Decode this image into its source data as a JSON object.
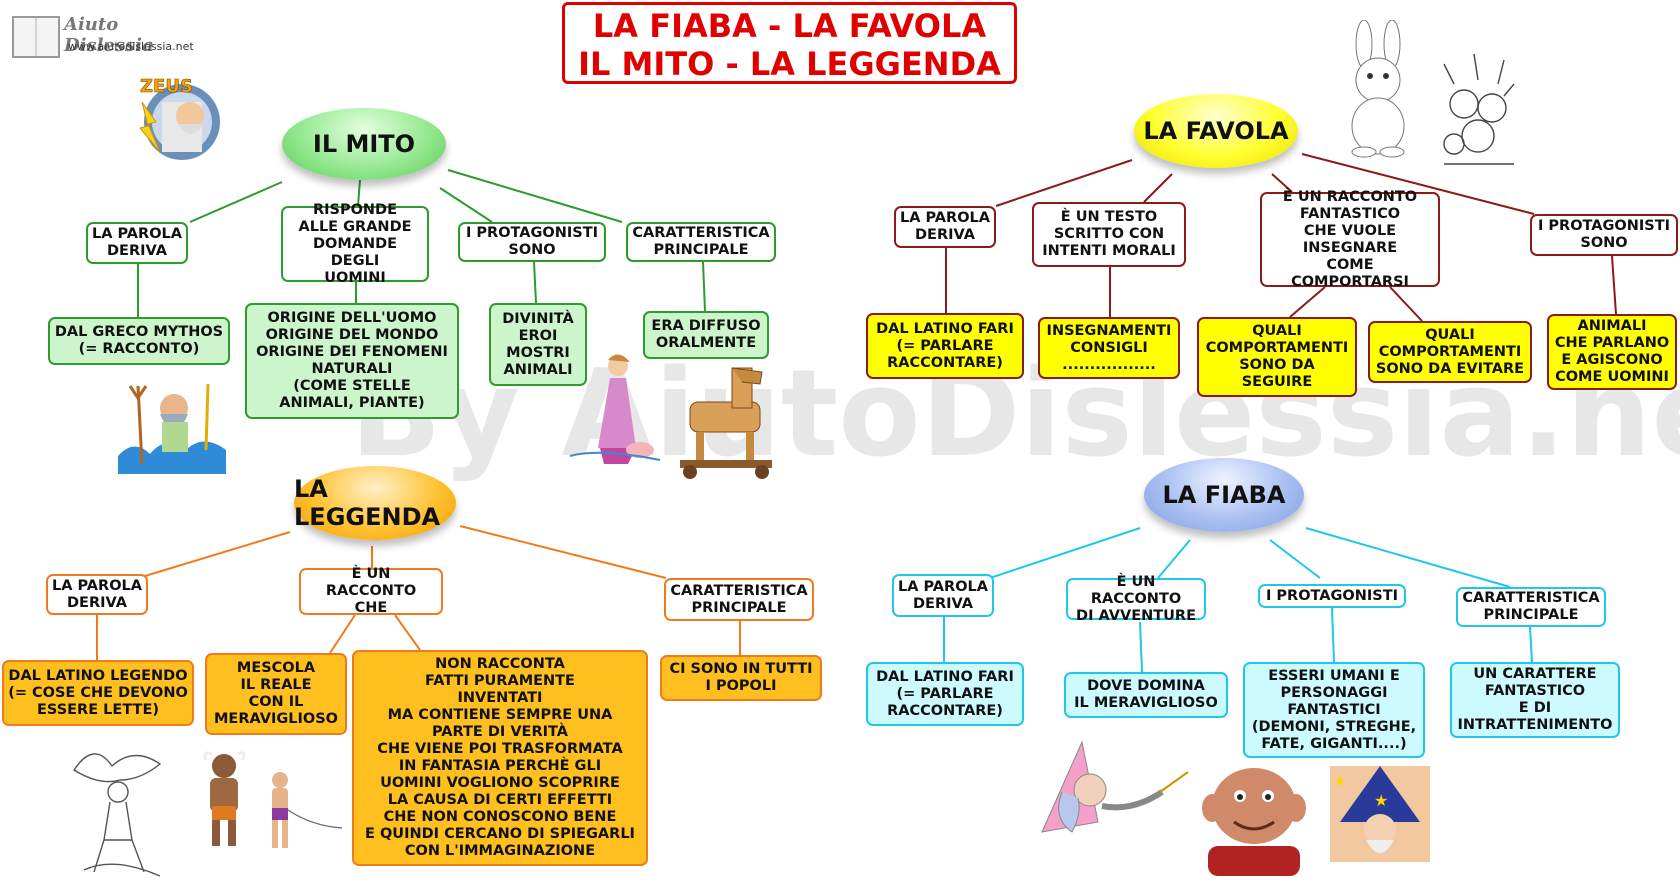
{
  "title": {
    "line1": "LA FIABA - LA FAVOLA",
    "line2": "IL MITO - LA LEGGENDA"
  },
  "logo": {
    "brand": "Aiuto Dislessia",
    "url": "www.aiutodislessia.net"
  },
  "watermark": "By AiutoDislessia.net",
  "colors": {
    "mito": "#2e9b2e",
    "favola": "#8b1a1a",
    "leggenda": "#f07a1e",
    "fiaba": "#1ec8e8",
    "title": "#e00000"
  },
  "mito": {
    "label": "IL MITO",
    "headers": [
      "LA PAROLA\nDERIVA",
      "RISPONDE\nALLE GRANDE\nDOMANDE DEGLI\nUOMINI",
      "I PROTAGONISTI\nSONO",
      "CARATTERISTICA\nPRINCIPALE"
    ],
    "details": [
      "DAL GRECO MYTHOS\n(= RACCONTO)",
      "ORIGINE DELL'UOMO\nORIGINE DEL MONDO\nORIGINE DEI FENOMENI\nNATURALI\n(COME STELLE\nANIMALI, PIANTE)",
      "DIVINITÀ\nEROI\nMOSTRI\nANIMALI",
      "ERA DIFFUSO\nORALMENTE"
    ]
  },
  "favola": {
    "label": "LA FAVOLA",
    "headers": [
      "LA PAROLA\nDERIVA",
      "È UN TESTO\nSCRITTO CON\nINTENTI MORALI",
      "È UN RACCONTO\nFANTASTICO\nCHE VUOLE\nINSEGNARE\nCOME COMPORTARSI",
      "I PROTAGONISTI\nSONO"
    ],
    "details": [
      "DAL LATINO FARI\n(= PARLARE\nRACCONTARE)",
      "INSEGNAMENTI\nCONSIGLI\n.................",
      "QUALI\nCOMPORTAMENTI\nSONO DA\nSEGUIRE",
      "QUALI\nCOMPORTAMENTI\nSONO DA EVITARE",
      "ANIMALI\nCHE PARLANO\nE AGISCONO\nCOME UOMINI"
    ]
  },
  "leggenda": {
    "label": "LA LEGGENDA",
    "headers": [
      "LA PAROLA\nDERIVA",
      "È UN RACCONTO\nCHE",
      "CARATTERISTICA\nPRINCIPALE"
    ],
    "details": [
      "DAL LATINO LEGENDO\n(= COSE CHE DEVONO\nESSERE LETTE)",
      "MESCOLA\nIL REALE\nCON IL\nMERAVIGLIOSO",
      "NON RACCONTA\nFATTI PURAMENTE\nINVENTATI\nMA CONTIENE SEMPRE UNA\nPARTE DI VERITÀ\nCHE VIENE POI TRASFORMATA\nIN FANTASIA PERCHÈ GLI\nUOMINI VOGLIONO SCOPRIRE\nLA CAUSA DI CERTI EFFETTI\nCHE NON CONOSCONO BENE\nE QUINDI CERCANO DI SPIEGARLI\nCON L'IMMAGINAZIONE",
      "CI SONO IN TUTTI\nI POPOLI"
    ]
  },
  "fiaba": {
    "label": "LA FIABA",
    "headers": [
      "LA PAROLA\nDERIVA",
      "È UN RACCONTO\nDI AVVENTURE",
      "I PROTAGONISTI",
      "CARATTERISTICA\nPRINCIPALE"
    ],
    "details": [
      "DAL LATINO FARI\n(= PARLARE\nRACCONTARE)",
      "DOVE DOMINA\nIL MERAVIGLIOSO",
      "ESSERI UMANI E\nPERSONAGGI\nFANTASTICI\n(DEMONI, STREGHE,\nFATE, GIGANTI....)",
      "UN CARATTERE\nFANTASTICO\nE DI\nINTRATTENIMENTO"
    ]
  },
  "illustrations": [
    "zeus-icon",
    "poseidon-icon",
    "woman-with-pig-icon",
    "trojan-horse-icon",
    "rabbit-icon",
    "mice-icon",
    "flying-figure-icon",
    "minotaur-icon",
    "theseus-icon",
    "witch-icon",
    "ogre-icon",
    "wizard-icon"
  ]
}
